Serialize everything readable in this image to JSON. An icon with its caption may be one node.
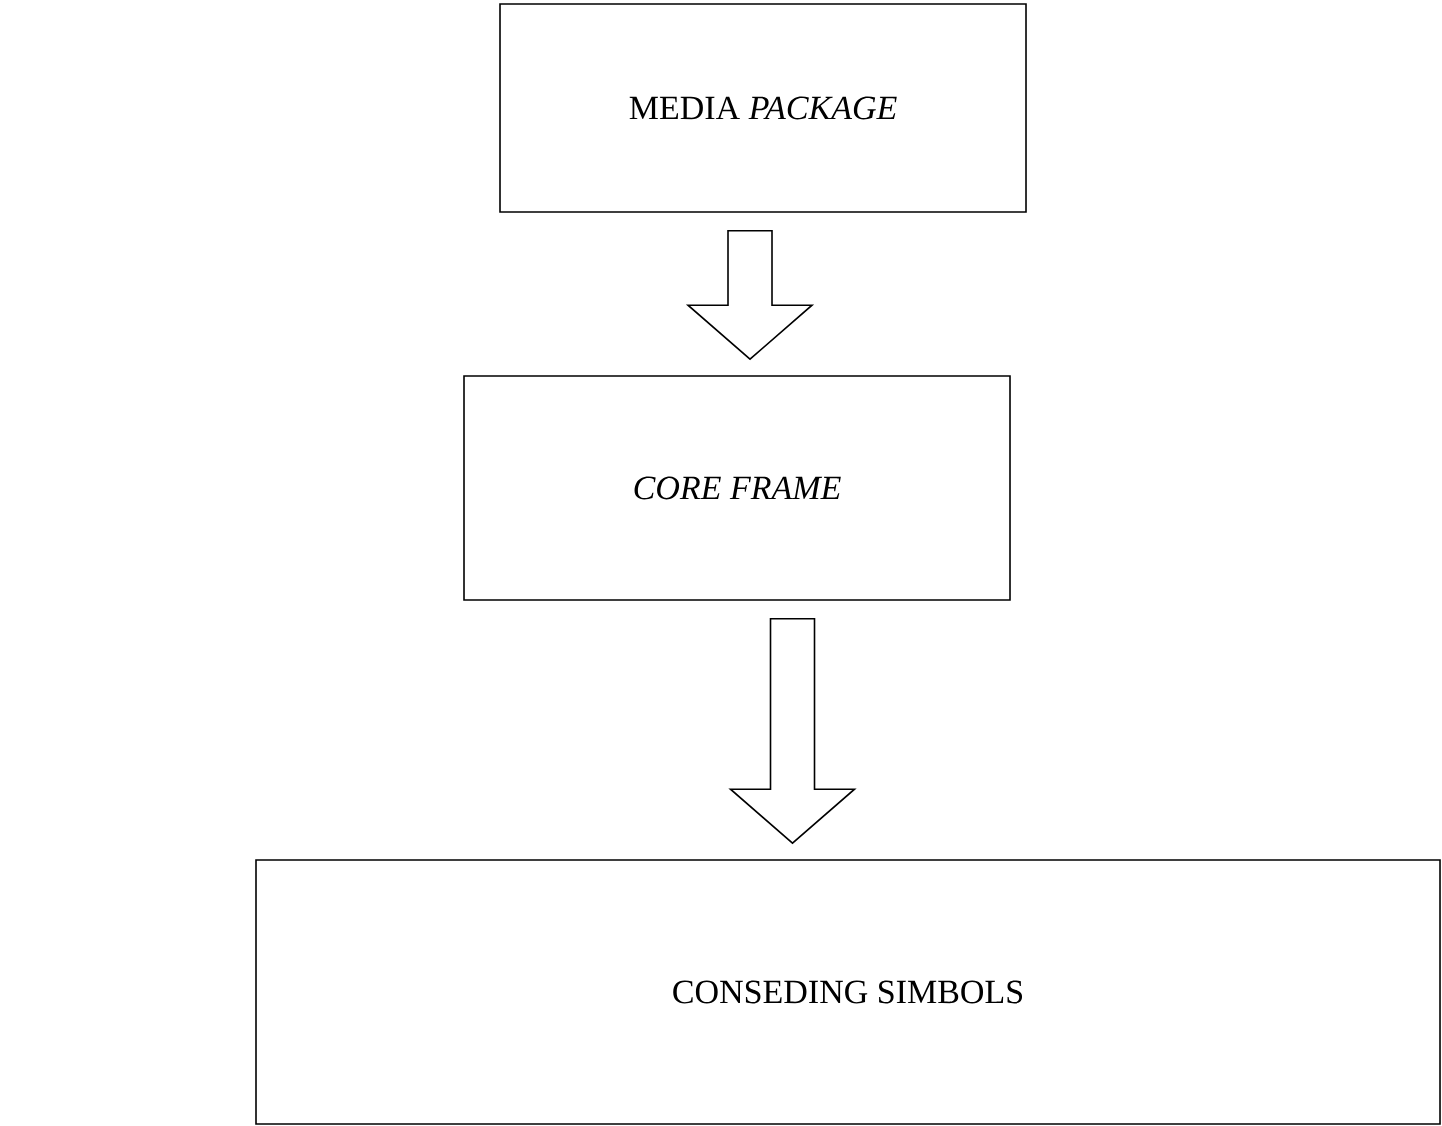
{
  "diagram": {
    "nodes": [
      {
        "text": [
          "MEDIA *PACKAGE*"
        ]
      },
      {
        "text": [
          "CORE FRAME"
        ]
      },
      {
        "text": [
          "CONSEDING SIMBOLS"
        ]
      }
    ],
    "edges": [
      {
        "from": 0,
        "to": 1,
        "arrow": "to"
      },
      {
        "from": 1,
        "to": 2,
        "arrow": "to"
      }
    ]
  }
}
